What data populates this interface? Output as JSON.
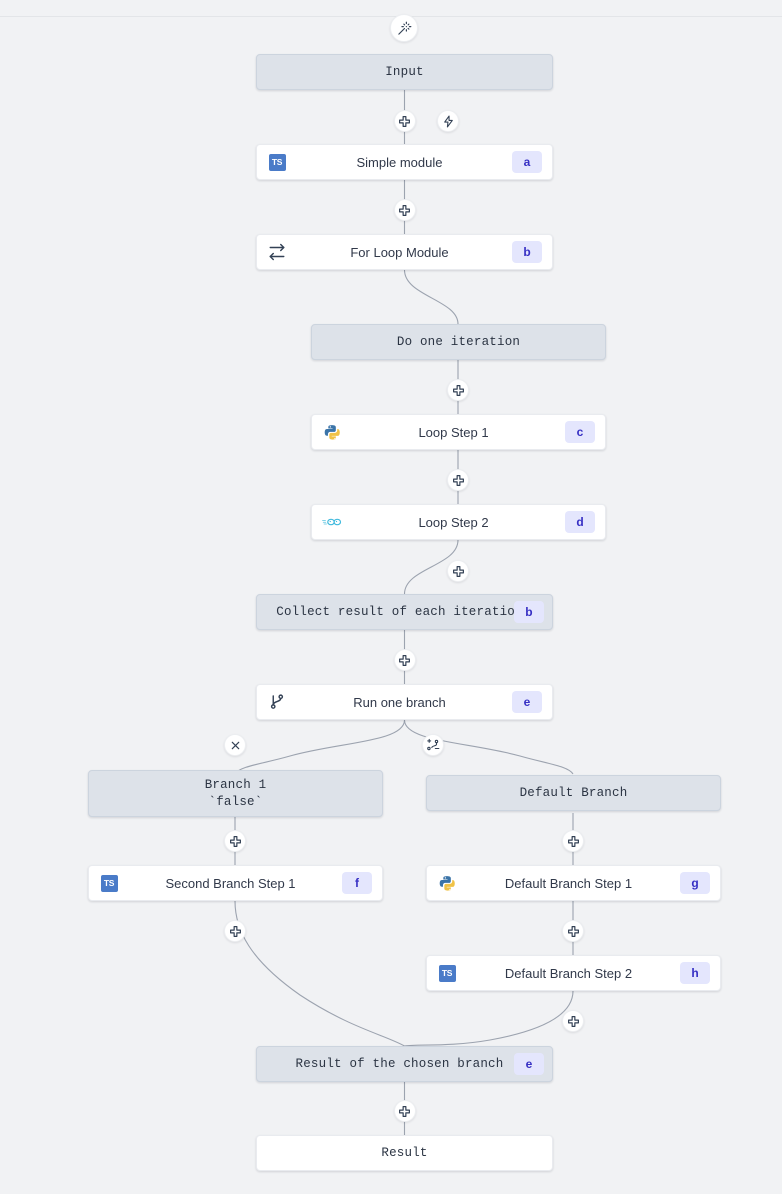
{
  "canvas": {
    "background": "#f1f2f4",
    "accent_badge_bg": "#e4e6fd",
    "accent_badge_fg": "#3730c4",
    "mono_node_bg": "#dde2e9",
    "edge_color": "#9ca3af"
  },
  "top_action": {
    "icon": "magic-wand-icon",
    "name": "ai-builder-button"
  },
  "nodes": {
    "input": {
      "label": "Input"
    },
    "simple_module": {
      "label": "Simple module",
      "badge": "a",
      "lang_icon": "typescript-icon"
    },
    "for_loop_module": {
      "label": "For Loop Module",
      "badge": "b",
      "lang_icon": "loop-icon"
    },
    "do_one_iteration": {
      "label": "Do one iteration"
    },
    "loop_step_1": {
      "label": "Loop Step 1",
      "badge": "c",
      "lang_icon": "python-icon"
    },
    "loop_step_2": {
      "label": "Loop Step 2",
      "badge": "d",
      "lang_icon": "go-icon"
    },
    "collect_result": {
      "label": "Collect result of each iteration",
      "badge": "b"
    },
    "run_one_branch": {
      "label": "Run one branch",
      "badge": "e",
      "lang_icon": "git-branch-icon"
    },
    "branch_1": {
      "label": "Branch 1\n`false`"
    },
    "default_branch": {
      "label": "Default Branch"
    },
    "second_branch_step_1": {
      "label": "Second Branch Step 1",
      "badge": "f",
      "lang_icon": "typescript-icon"
    },
    "default_branch_step_1": {
      "label": "Default Branch Step 1",
      "badge": "g",
      "lang_icon": "python-icon"
    },
    "default_branch_step_2": {
      "label": "Default Branch Step 2",
      "badge": "h",
      "lang_icon": "typescript-icon"
    },
    "result_chosen_branch": {
      "label": "Result of the chosen branch",
      "badge": "e"
    },
    "result": {
      "label": "Result"
    }
  },
  "handles": [
    {
      "id": "add-after-input",
      "icon": "plus-icon"
    },
    {
      "id": "trigger-after-input",
      "icon": "lightning-icon"
    },
    {
      "id": "add-after-simple-module",
      "icon": "plus-icon"
    },
    {
      "id": "add-after-do-one-iteration",
      "icon": "plus-icon"
    },
    {
      "id": "add-after-loop-step-1",
      "icon": "plus-icon"
    },
    {
      "id": "add-after-loop-step-2",
      "icon": "plus-icon"
    },
    {
      "id": "add-after-collect-result",
      "icon": "plus-icon"
    },
    {
      "id": "delete-branch-1",
      "icon": "close-icon"
    },
    {
      "id": "add-branch",
      "icon": "git-branch-plus-icon"
    },
    {
      "id": "add-after-branch-1",
      "icon": "plus-icon"
    },
    {
      "id": "add-after-default-branch",
      "icon": "plus-icon"
    },
    {
      "id": "add-after-second-branch-step-1",
      "icon": "plus-icon"
    },
    {
      "id": "add-after-default-branch-step-1",
      "icon": "plus-icon"
    },
    {
      "id": "add-after-default-branch-step-2",
      "icon": "plus-icon"
    },
    {
      "id": "add-after-result-chosen",
      "icon": "plus-icon"
    }
  ],
  "lang_icon_text": {
    "typescript": "TS",
    "go": "GO"
  }
}
